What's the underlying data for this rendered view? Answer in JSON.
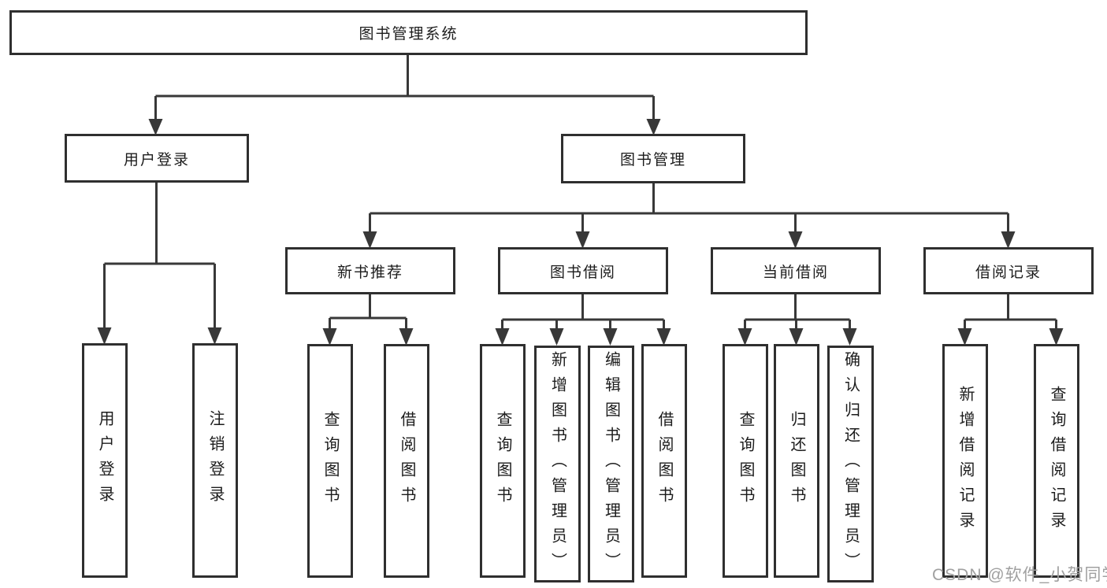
{
  "diagram": {
    "tree": {
      "label": "图书管理系统",
      "children": [
        {
          "label": "用户登录",
          "children": [
            {
              "label": "用户登录"
            },
            {
              "label": "注销登录"
            }
          ]
        },
        {
          "label": "图书管理",
          "children": [
            {
              "label": "新书推荐",
              "children": [
                {
                  "label": "查询图书"
                },
                {
                  "label": "借阅图书"
                }
              ]
            },
            {
              "label": "图书借阅",
              "children": [
                {
                  "label": "查询图书"
                },
                {
                  "label": "新增图书（管理员）"
                },
                {
                  "label": "编辑图书（管理员）"
                },
                {
                  "label": "借阅图书"
                }
              ]
            },
            {
              "label": "当前借阅",
              "children": [
                {
                  "label": "查询图书"
                },
                {
                  "label": "归还图书"
                },
                {
                  "label": "确认归还（管理员）"
                }
              ]
            },
            {
              "label": "借阅记录",
              "children": [
                {
                  "label": "新增借阅记录"
                },
                {
                  "label": "查询借阅记录"
                }
              ]
            }
          ]
        }
      ]
    }
  },
  "watermark": {
    "text": "CSDN @软件_小贺同学"
  },
  "colors": {
    "line": "#383838",
    "box_border": "#2f2f2f",
    "box_fill": "#ffffff",
    "text": "#1c1c1c",
    "watermark": "#a0a0a0",
    "page_bg": "#ffffff"
  }
}
